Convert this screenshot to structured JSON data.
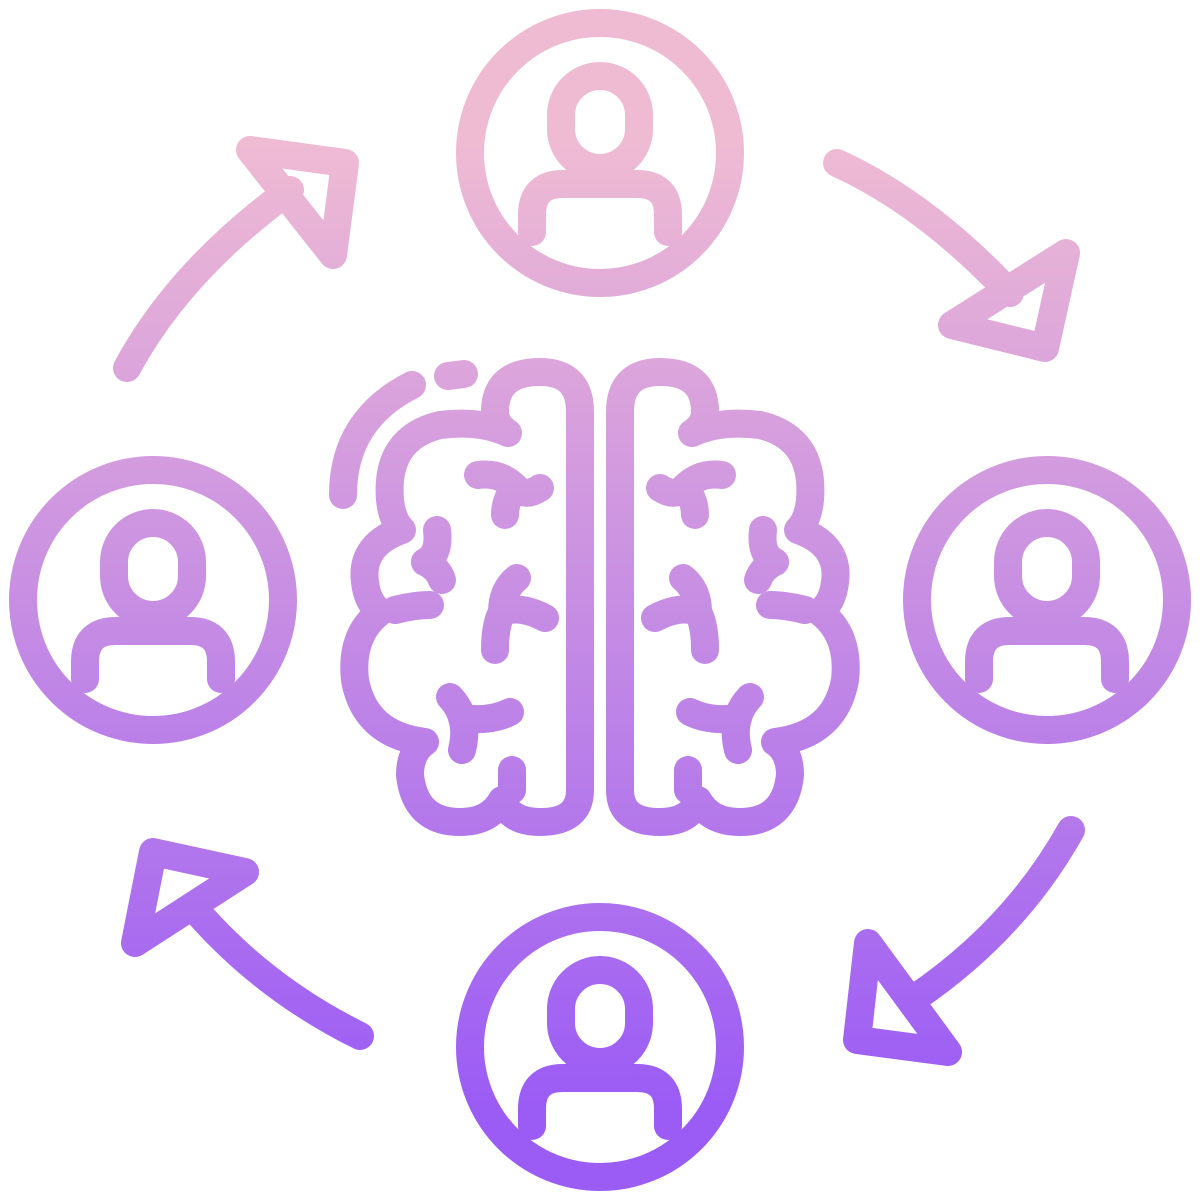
{
  "illustration": {
    "subject": "brain-with-circular-people-network-icon",
    "colors": {
      "gradient_top": "#EFBBD3",
      "gradient_bottom": "#9B5CF5",
      "background": "#FFFFFF"
    },
    "people_count": 4,
    "arrow_count": 4,
    "arrow_direction": "clockwise"
  }
}
